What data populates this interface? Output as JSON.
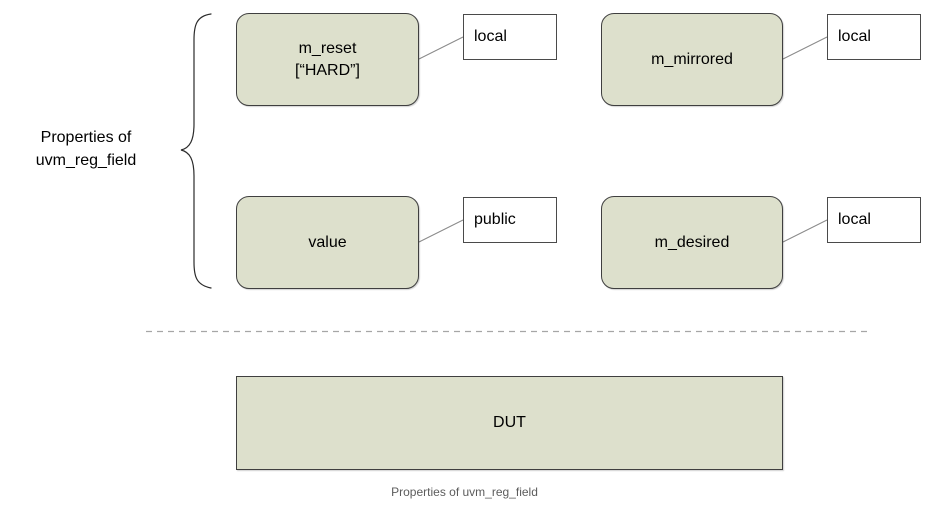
{
  "diagram": {
    "group_label": {
      "line1": "Properties of",
      "line2": "uvm_reg_field"
    },
    "caption": "Properties of uvm_reg_field",
    "colors": {
      "node_fill": "#DDE0CC",
      "node_stroke": "#3F3F3F",
      "callout_fill": "#FFFFFF",
      "callout_stroke": "#4A4A4A",
      "connector": "#808080",
      "divider": "#A6A6A6",
      "caption_text": "#5C5C5C"
    },
    "nodes": [
      {
        "id": "m_reset",
        "line1": "m_reset",
        "line2": "[“HARD”]",
        "visibility": "local"
      },
      {
        "id": "m_mirrored",
        "line1": "m_mirrored",
        "line2": "",
        "visibility": "local"
      },
      {
        "id": "value",
        "line1": "value",
        "line2": "",
        "visibility": "public"
      },
      {
        "id": "m_desired",
        "line1": "m_desired",
        "line2": "",
        "visibility": "local"
      }
    ],
    "dut": {
      "label": "DUT"
    }
  }
}
